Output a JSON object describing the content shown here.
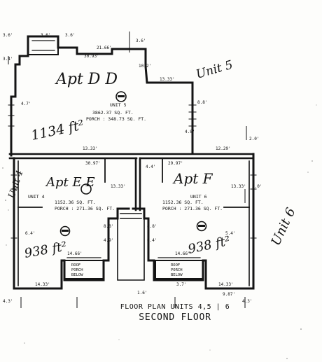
{
  "caption": {
    "line1": "FLOOR PLAN UNITS 4,5 | 6",
    "line2": "SECOND FLOOR"
  },
  "handwritten": {
    "apt_d": "Apt D D",
    "unit5": "Unit 5",
    "area_d": "1134 ft²",
    "apt_e": "Apt E E",
    "unit4": "Unit 4",
    "area_e": "938 ft²",
    "apt_f": "Apt F",
    "area_f": "938 ft²",
    "unit6": "Unit 6"
  },
  "units": [
    {
      "label": "UNIT 5",
      "area": "3862.37 SQ. FT.",
      "porch": "PORCH : 348.73 SQ. FT."
    },
    {
      "label": "UNIT 4",
      "area": "1152.36 SQ. FT.",
      "porch": "PORCH : 271.36 SQ. FT."
    },
    {
      "label": "UNIT 6",
      "area": "1152.36 SQ. FT.",
      "porch": "PORCH : 271.36 SQ. FT."
    }
  ],
  "porches": [
    {
      "line1": "ROOF",
      "line2": "PORCH",
      "line3": "BELOW"
    },
    {
      "line1": "ROOF",
      "line2": "PORCH",
      "line3": "BELOW"
    }
  ],
  "dims": {
    "top_left": "3.6'",
    "top_left2": "3.6'",
    "top_a": "3.6'",
    "top_b": "3.6'",
    "top_c": "30.93'",
    "top_d": "21.66'",
    "left_upper": "3.4'",
    "left_a": "4.7'",
    "right_a": "10.2'",
    "right_b": "13.33'",
    "right_c": "8.8'",
    "right_d": "12.29'",
    "mid_a": "13.33'",
    "mid_b": "4.8'",
    "mid_c": "30.97'",
    "mid_d": "29.97'",
    "mid_e": "13.33'",
    "r1": "2.0'",
    "r2": "2.0'",
    "e1": "13.33'",
    "e2": "8.8'",
    "e3": "4.9'",
    "e4": "6.4'",
    "f1": "4.4'",
    "f2": "8.8'",
    "f3": "6.4'",
    "f4": "5.4'",
    "b1": "14.33'",
    "b2": "14.33'",
    "b3": "14.66'",
    "b4": "14.66'",
    "b5": "4.3'",
    "b6": "4.3'",
    "b7": "1.6'",
    "b8": "9.87'",
    "b9": "3.7'"
  }
}
